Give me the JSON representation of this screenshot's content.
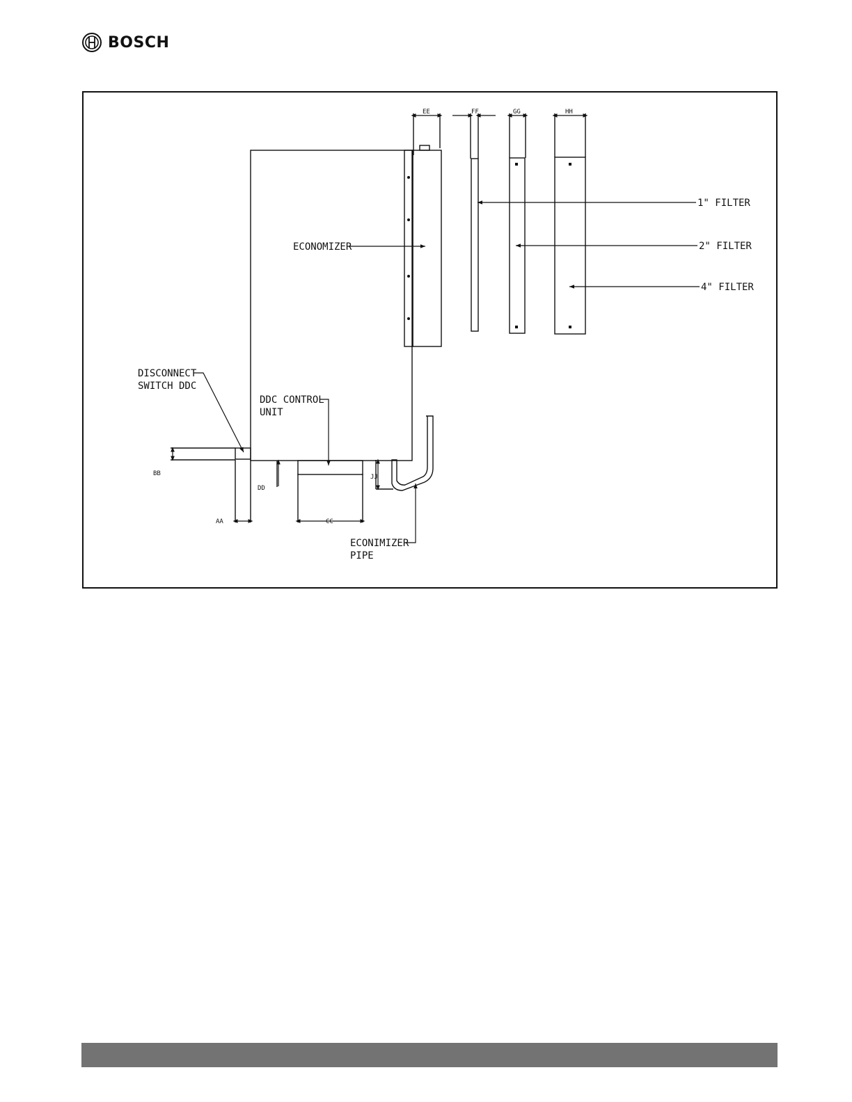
{
  "brand": {
    "name": "BOSCH",
    "logo_icon": "bosch-armature-icon"
  },
  "diagram": {
    "labels": {
      "economizer": "ECONOMIZER",
      "filter_1": "1\" FILTER",
      "filter_2": "2\" FILTER",
      "filter_4": "4\" FILTER",
      "disconnect_line1": "DISCONNECT",
      "disconnect_line2": "SWITCH DDC",
      "ddc_line1": "DDC CONTROL",
      "ddc_line2": "UNIT",
      "pipe_line1": "ECONIMIZER",
      "pipe_line2": "PIPE"
    },
    "dimensions": {
      "ee": "EE",
      "ff": "FF",
      "gg": "GG",
      "hh": "HH",
      "aa": "AA",
      "bb": "BB",
      "cc": "CC",
      "dd": "DD",
      "jj": "JJ"
    }
  },
  "colors": {
    "line": "#111111",
    "footer": "#737373"
  }
}
